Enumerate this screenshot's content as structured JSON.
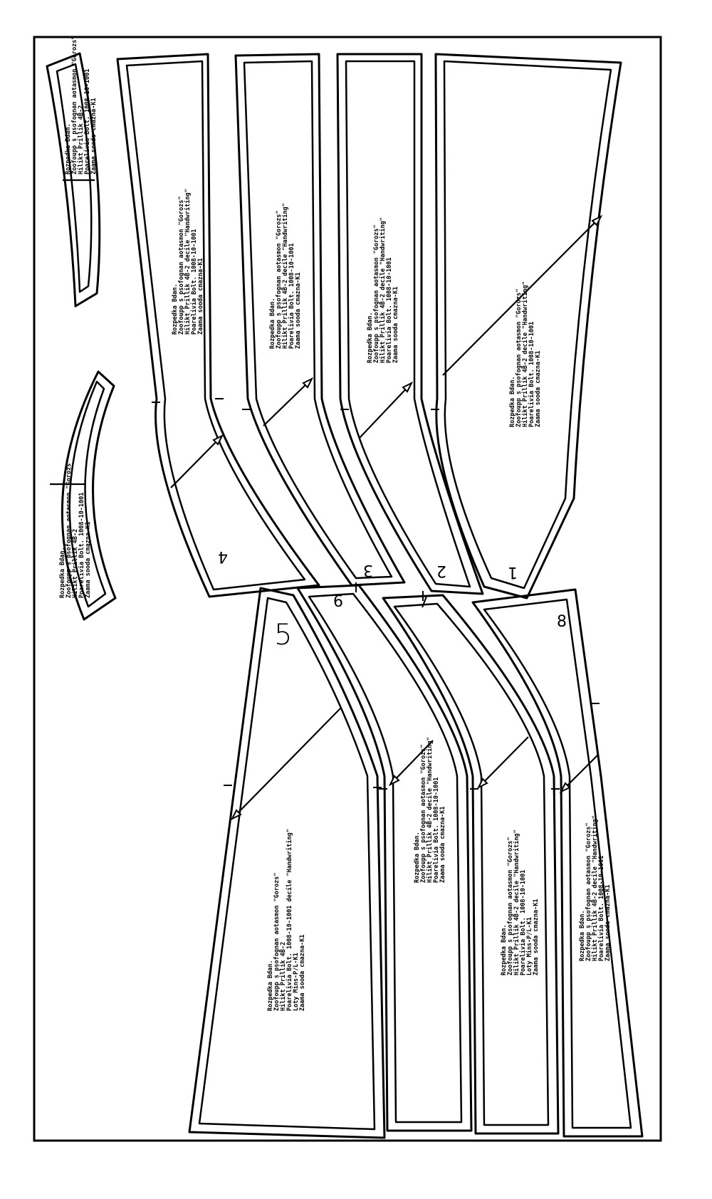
{
  "pieces": {
    "p1": {
      "number": "1"
    },
    "p2": {
      "number": "2"
    },
    "p3": {
      "number": "3"
    },
    "p4": {
      "number": "4"
    },
    "p5": {
      "number": "5"
    },
    "p6": {
      "number": "6"
    },
    "p7": {
      "number": "7"
    },
    "p8": {
      "number": "8"
    }
  },
  "labels": {
    "p5_lines": [
      "Rozpedka Bdan.",
      "Zoofoupp s psofognan aotasmon \"Gorozs\"",
      "Hilikt Prillik 4B-2",
      "Poarelivia Bolt. 1008-10-1001 decile \"Handwriting\"",
      "Loty Mins-P/L-K1",
      "Zaama sooda cmazna-K1"
    ],
    "p6_lines": [
      "Rozpedka Bdan.",
      "Zoofoupp s psofognan aotasmon \"Gorozs\"",
      "Hilikt Prillik 4B-2 decile \"Handwriting\"",
      "Poarelivia Bolt. 1008-10-1001",
      "Zaama sooda cmazna-K1"
    ],
    "p7_lines": [
      "Rozpedka Bdan.",
      "Zoofoupp s psofognan aotasmon \"Gorozs\"",
      "Hilikt Prillik 4B-2 decile \"Handwriting\"",
      "Poarelivia Bolt. 1008-10-1001",
      "Loty Mins-P/L-K1",
      "Zaama sooda cmazna-K1"
    ],
    "p8_lines": [
      "Rozpedka Bdan.",
      "Zoofoupp s psofognan aotasmon \"Gorozs\"",
      "Hilikt Prillik 4B-2 decile \"Handwriting\"",
      "Poarelivia Bolt. 1008-10-1001",
      "Zaama sooda cmazna-K1"
    ],
    "p1_lines": [
      "Rozpedka Bdan.",
      "Zoofoupp s psofognan aotasmon \"Gorozs\"",
      "Hilikt Prillik 4B-2 decile \"Handwriting\"",
      "Poarelivia Bolt. 1008-10-1001",
      "Zaama sooda cmazna-K1"
    ],
    "p2_lines": [
      "Rozpedka Bdan.",
      "Zoofoupp s psofognan aotasmon \"Gorozs\"",
      "Hilikt Prillik 4B-2 decile \"Handwriting\"",
      "Poarelivia Bolt. 1008-10-1001",
      "Zaama sooda cmazna-K1"
    ],
    "p3_lines": [
      "Rozpedka Bdan.",
      "Zoofoupp s psofognan aotasmon \"Gorozs\"",
      "Hilikt Prillik 4B-2 decile \"Handwriting\"",
      "Poarelivia Bolt. 1008-10-1001",
      "Zaama sooda cmazna-K1"
    ],
    "p4_lines": [
      "Rozpedka Bdan.",
      "Zoofoupp s psofognan aotasmon \"Gorozs\"",
      "Hilikt Prillik 4B-2 decile \"Handwriting\"",
      "Poarelivia Bolt. 1008-10-1001",
      "Zaama sooda cmazna-K1"
    ],
    "w1_lines": [
      "Rozpedka Bdan.",
      "Zoofoupp s psofognan aotasmon \"Gorozs\"",
      "Hilikt Prillik 4B-2",
      "Poarelivia Bolt. 1008-10-1001",
      "Zaama sooda cmazna-K1"
    ],
    "w2_lines": [
      "Rozpedka Bdan.",
      "Zoofoupp s psofognan aotasmon \"Gorozs\"",
      "Hilikt Prillik 4B-2",
      "Poarelivia Bolt. 1008-10-1001",
      "Zaama sooda cmazna-K1"
    ]
  }
}
